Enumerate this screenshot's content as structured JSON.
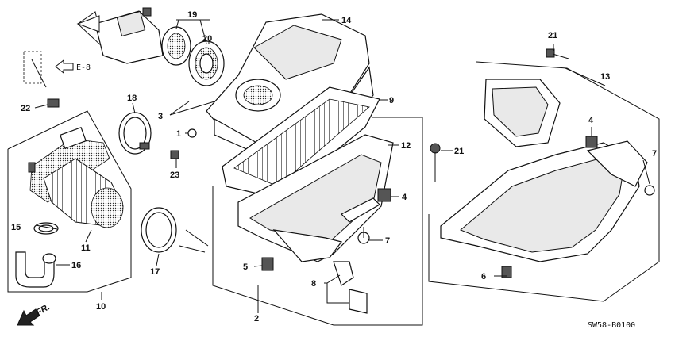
{
  "diagram_code": "SW58-B0100",
  "direction_label": "FR.",
  "reference_label": "E-8",
  "callouts": [
    {
      "id": "c19",
      "text": "19"
    },
    {
      "id": "c20",
      "text": "20"
    },
    {
      "id": "c14",
      "text": "14"
    },
    {
      "id": "c21a",
      "text": "21"
    },
    {
      "id": "c13",
      "text": "13"
    },
    {
      "id": "c22",
      "text": "22"
    },
    {
      "id": "c18",
      "text": "18"
    },
    {
      "id": "c3",
      "text": "3"
    },
    {
      "id": "c1",
      "text": "1"
    },
    {
      "id": "c9",
      "text": "9"
    },
    {
      "id": "c12",
      "text": "12"
    },
    {
      "id": "c21b",
      "text": "21"
    },
    {
      "id": "c4a",
      "text": "4"
    },
    {
      "id": "c4b",
      "text": "4"
    },
    {
      "id": "c7a",
      "text": "7"
    },
    {
      "id": "c23",
      "text": "23"
    },
    {
      "id": "c15",
      "text": "15"
    },
    {
      "id": "c11",
      "text": "11"
    },
    {
      "id": "c16",
      "text": "16"
    },
    {
      "id": "c10",
      "text": "10"
    },
    {
      "id": "c17",
      "text": "17"
    },
    {
      "id": "c5",
      "text": "5"
    },
    {
      "id": "c7b",
      "text": "7"
    },
    {
      "id": "c8",
      "text": "8"
    },
    {
      "id": "c2",
      "text": "2"
    },
    {
      "id": "c6",
      "text": "6"
    }
  ]
}
